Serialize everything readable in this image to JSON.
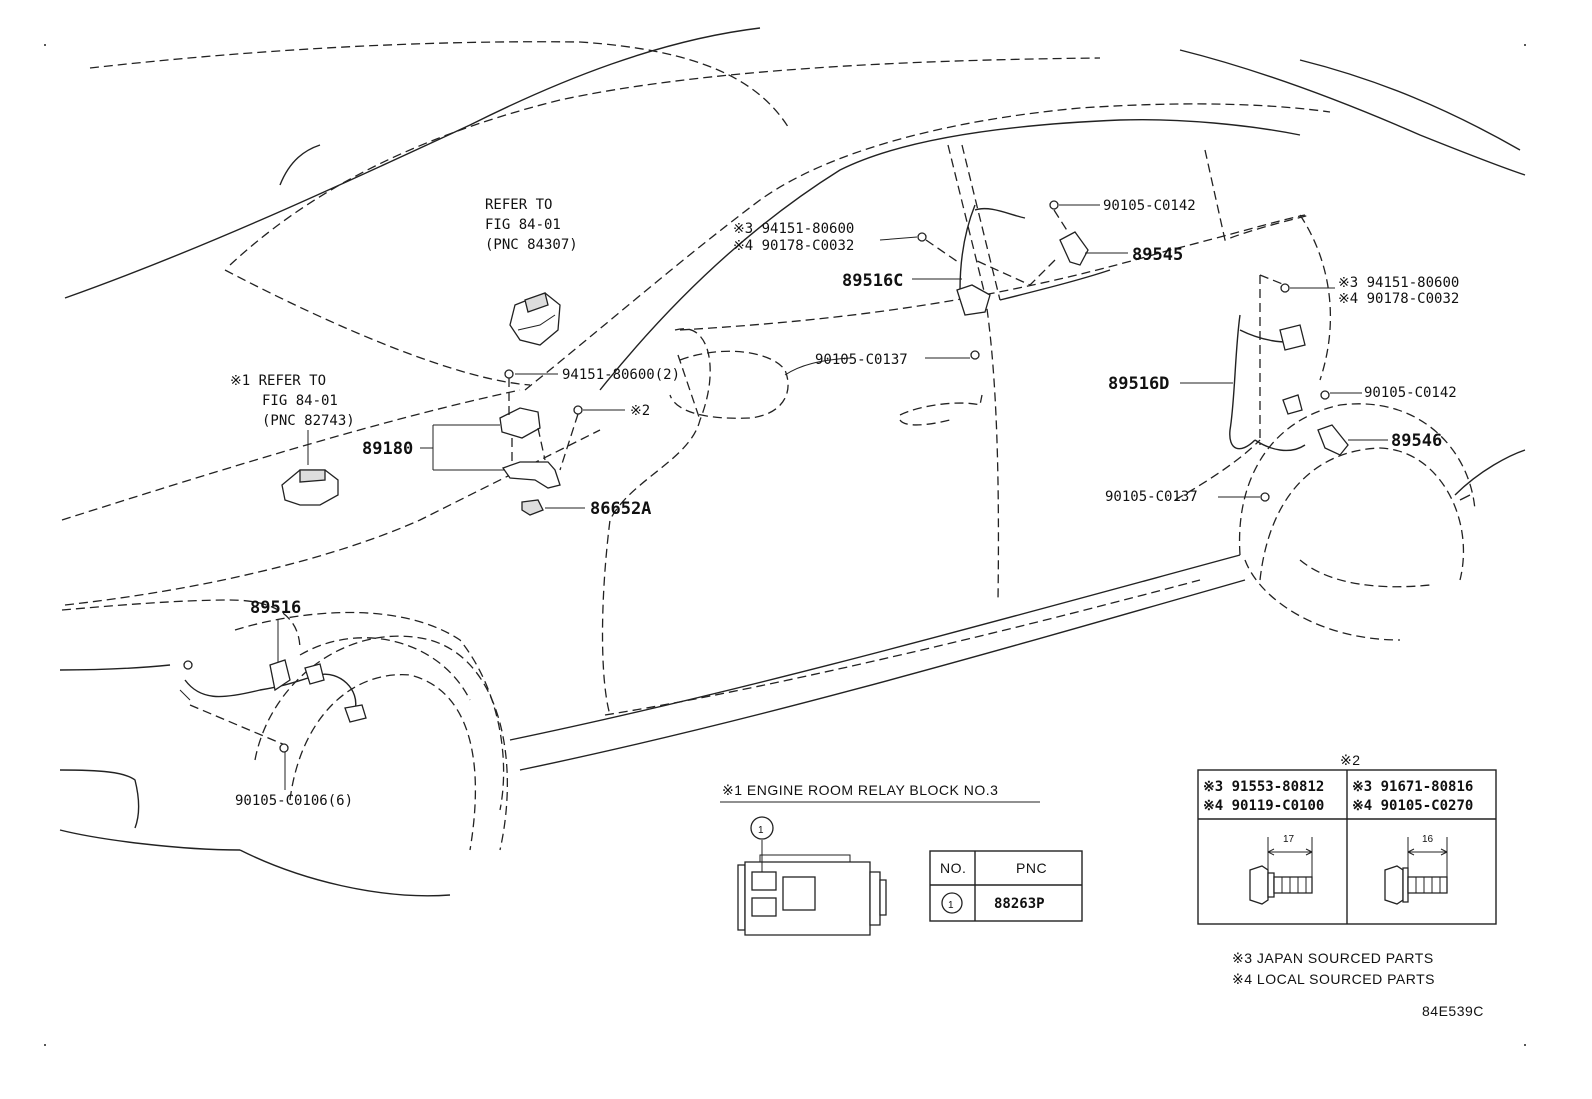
{
  "callouts": {
    "refer_a": [
      "REFER TO",
      "FIG 84-01",
      "(PNC 84307)"
    ],
    "refer_b": [
      "※1 REFER TO",
      "FIG 84-01",
      "(PNC 82743)"
    ],
    "p94151_2": "94151-80600(2)",
    "note2": "※2",
    "p89180": "89180",
    "p86652A": "86652A",
    "p89516": "89516",
    "p90105_C0106": "90105-C0106(6)",
    "front_door_nut": [
      "※3 94151-80600",
      "※4 90178-C0032"
    ],
    "p89516C": "89516C",
    "p90105_C0137_a": "90105-C0137",
    "p90105_C0142_a": "90105-C0142",
    "p89545": "89545",
    "rear_nut": [
      "※3 94151-80600",
      "※4 90178-C0032"
    ],
    "p89516D": "89516D",
    "p90105_C0142_b": "90105-C0142",
    "p89546": "89546",
    "p90105_C0137_b": "90105-C0137"
  },
  "relay_block": {
    "title": "※1 ENGINE ROOM RELAY BLOCK NO.3",
    "marker": "1",
    "table_headers": [
      "NO.",
      "PNC"
    ],
    "rows": [
      {
        "no": "1",
        "pnc": "88263P"
      }
    ]
  },
  "bolt_table": {
    "title": "※2",
    "cols": [
      {
        "line1": "※3 91553-80812",
        "line2": "※4 90119-C0100",
        "dim": "17"
      },
      {
        "line1": "※3 91671-80816",
        "line2": "※4 90105-C0270",
        "dim": "16"
      }
    ]
  },
  "legend": [
    "※3 JAPAN SOURCED PARTS",
    "※4 LOCAL SOURCED PARTS"
  ],
  "figure_code": "84E539C"
}
